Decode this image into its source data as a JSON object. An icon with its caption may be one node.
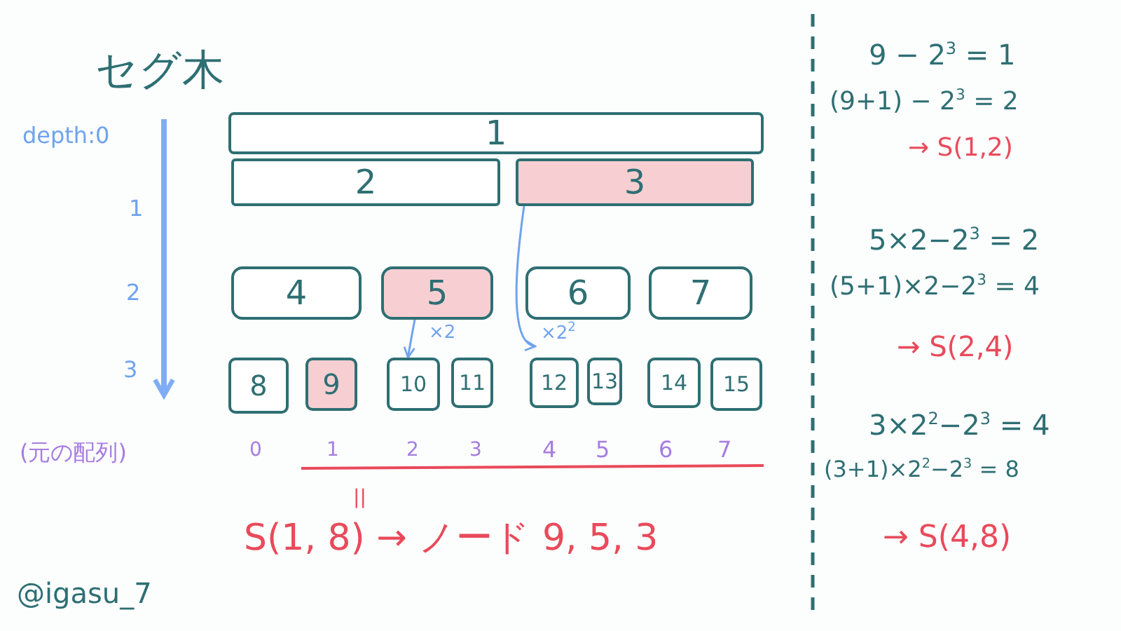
{
  "diagram": {
    "title": "セグ木",
    "nodes": [
      {
        "text": [
          "1"
        ]
      },
      {
        "text": [
          "2"
        ]
      },
      {
        "text": [
          "3"
        ]
      },
      {
        "text": [
          "4"
        ]
      },
      {
        "text": [
          "5"
        ]
      },
      {
        "text": [
          "6"
        ]
      },
      {
        "text": [
          "7"
        ]
      },
      {
        "text": [
          "8"
        ]
      },
      {
        "text": [
          "9"
        ]
      },
      {
        "text": [
          "10"
        ]
      },
      {
        "text": [
          "11"
        ]
      },
      {
        "text": [
          "12"
        ]
      },
      {
        "text": [
          "13"
        ]
      },
      {
        "text": [
          "14"
        ]
      },
      {
        "text": [
          "15"
        ]
      }
    ],
    "edges": [
      {
        "from": 4,
        "to": 9,
        "arrow": "to",
        "label": "×2"
      },
      {
        "from": 2,
        "to": 11,
        "arrow": "to",
        "label": "×2$^{2}$"
      }
    ],
    "labels": [
      "depth:0",
      "1",
      "2",
      "3",
      "(元の配列)",
      "0",
      "1",
      "2",
      "3",
      "4",
      "5",
      "6",
      "7",
      "||",
      "S(1, 8) → ノード 9, 5, 3",
      "9 − 2$^{3}$ = 1",
      "(9+1) − 2$^{3}$ = 2",
      "→ S(1,2)",
      "5×2−2$^{3}$ = 2",
      "(5+1)×2−2$^{3}$ = 4",
      "→ S(2,4)",
      "3×2$^{2}$−2$^{3}$ = 4",
      "(3+1)×2$^{2}$−2$^{3}$ = 8",
      "→ S(4,8)",
      "@igasu_7"
    ]
  }
}
